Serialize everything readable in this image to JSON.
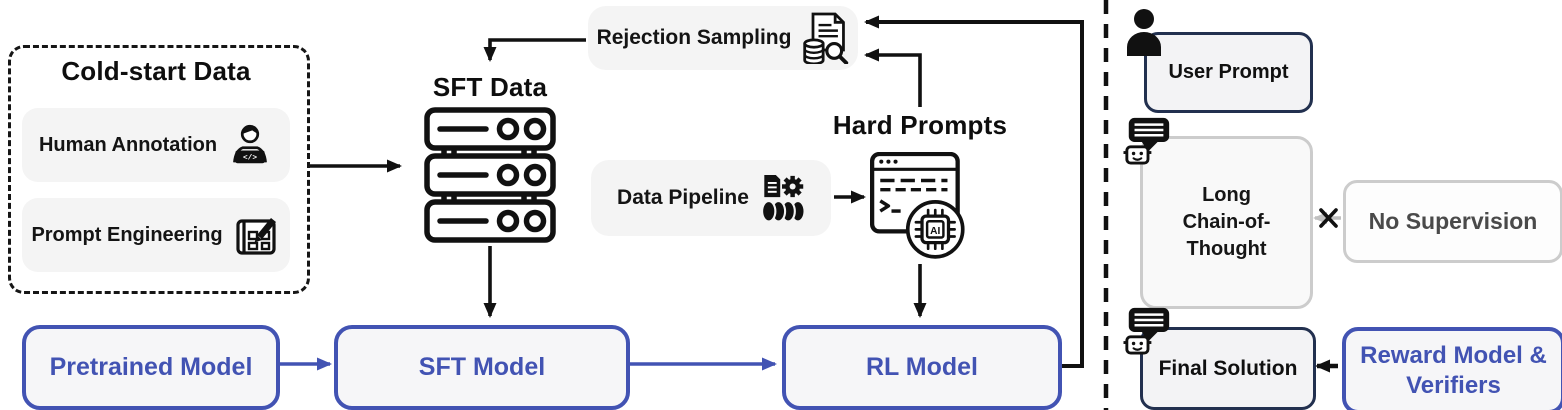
{
  "colors": {
    "accent_blue": "#4253b3",
    "navy_border": "#22304f",
    "pill_gray": "#f4f4f4",
    "model_fill": "#f6f6f8",
    "gray_border": "#cccccc",
    "muted_text": "#4a4a4a",
    "gray_arrow": "#c0c0c0",
    "black": "#111111"
  },
  "left_panel": {
    "title": "Cold-start Data",
    "items": [
      {
        "label": "Human Annotation",
        "icon": "person-coding-icon"
      },
      {
        "label": "Prompt Engineering",
        "icon": "blueprint-pencil-icon"
      }
    ]
  },
  "sft_data": {
    "label": "SFT Data",
    "icon": "server-stack-icon"
  },
  "rejection_sampling": {
    "label": "Rejection Sampling",
    "icon": "document-database-search-icon"
  },
  "data_pipeline": {
    "label": "Data Pipeline",
    "icon": "document-gear-database-icon"
  },
  "hard_prompts": {
    "label": "Hard Prompts",
    "icon": "code-window-ai-chip-icon"
  },
  "models": [
    {
      "label": "Pretrained Model"
    },
    {
      "label": "SFT Model"
    },
    {
      "label": "RL Model"
    }
  ],
  "right_panel": {
    "user_prompt": {
      "label": "User Prompt",
      "icon": "person-icon"
    },
    "long_cot": {
      "label": "Long Chain-of-Thought",
      "lines": [
        "Long",
        "Chain-of-",
        "Thought"
      ],
      "icon": "robot-chat-icon"
    },
    "no_supervision": {
      "label": "No Supervision",
      "cross_mark": "✕"
    },
    "final_solution": {
      "label": "Final Solution",
      "icon": "robot-chat-icon"
    },
    "reward": {
      "label": "Reward Model & Verifiers",
      "lines": [
        "Reward Model &",
        "Verifiers"
      ],
      "icon": null
    }
  }
}
